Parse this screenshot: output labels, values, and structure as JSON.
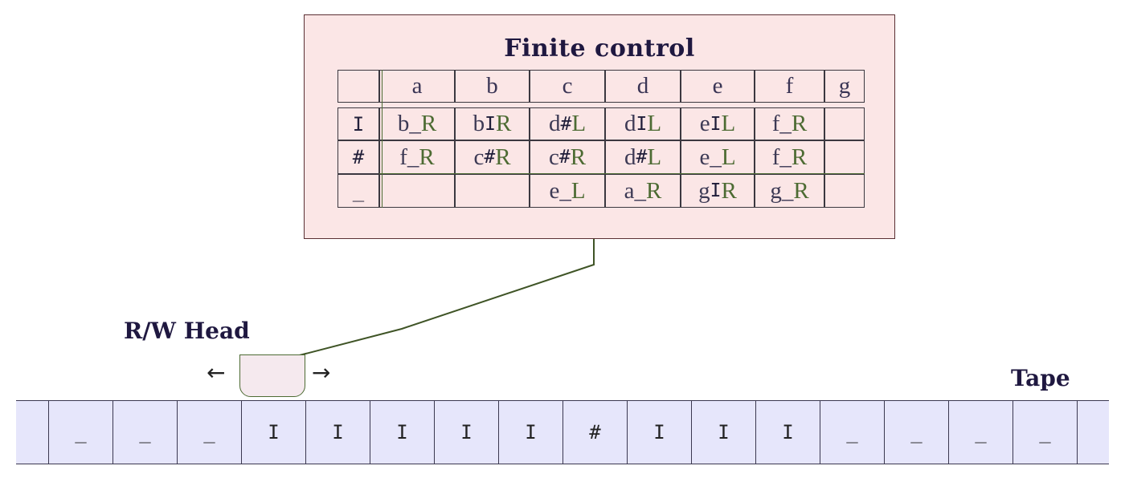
{
  "finite_control": {
    "title": "Finite control",
    "states": [
      "a",
      "b",
      "c",
      "d",
      "e",
      "f",
      "g"
    ],
    "symbols": [
      "I",
      "#",
      "_"
    ],
    "table": [
      [
        [
          "b",
          "_",
          "R"
        ],
        [
          "b",
          "I",
          "R"
        ],
        [
          "d",
          "#",
          "L"
        ],
        [
          "d",
          "I",
          "L"
        ],
        [
          "e",
          "I",
          "L"
        ],
        [
          "f",
          "_",
          "R"
        ],
        null
      ],
      [
        [
          "f",
          "_",
          "R"
        ],
        [
          "c",
          "#",
          "R"
        ],
        [
          "c",
          "#",
          "R"
        ],
        [
          "d",
          "#",
          "L"
        ],
        [
          "e",
          "_",
          "L"
        ],
        [
          "f",
          "_",
          "R"
        ],
        null
      ],
      [
        null,
        null,
        [
          "e",
          "_",
          "L"
        ],
        [
          "a",
          "_",
          "R"
        ],
        [
          "g",
          "I",
          "R"
        ],
        [
          "g",
          "_",
          "R"
        ],
        null
      ]
    ]
  },
  "head": {
    "label": "R/W Head",
    "left_arrow": "←",
    "right_arrow": "→"
  },
  "tape": {
    "label": "Tape",
    "cells": [
      "_",
      "_",
      "_",
      "I",
      "I",
      "I",
      "I",
      "I",
      "#",
      "I",
      "I",
      "I",
      "_",
      "_",
      "_",
      "_"
    ]
  },
  "colors": {
    "control_bg": "#fbe6e6",
    "tape_bg": "#e6e6fb",
    "head_bg": "#f5e9ee",
    "direction": "#4d6b33",
    "connector": "#3f5426"
  }
}
